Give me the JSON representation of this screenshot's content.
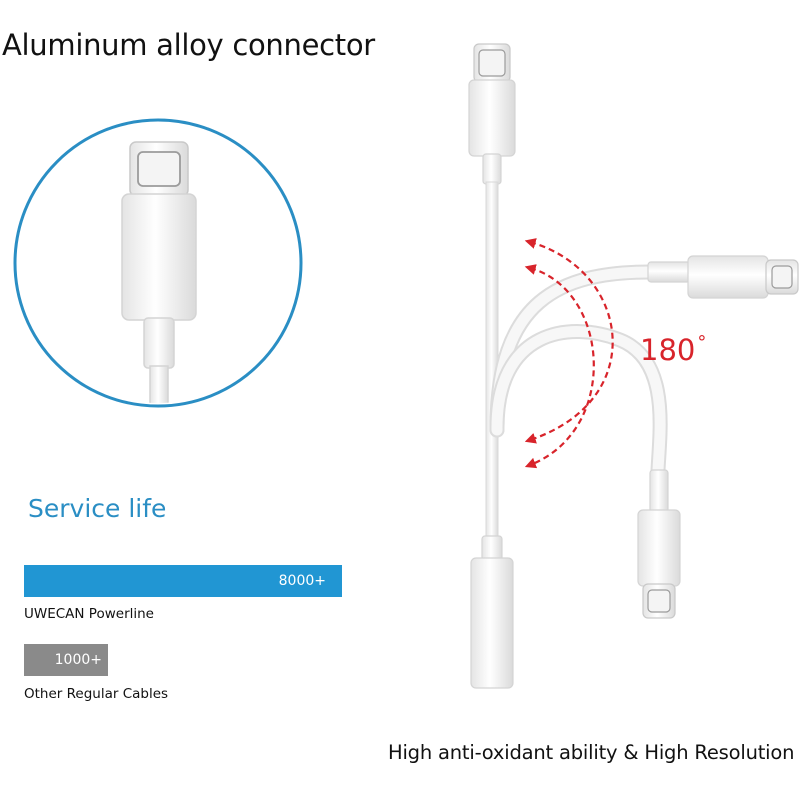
{
  "headline": "Aluminum alloy connector",
  "service": {
    "title": "Service life",
    "primary": {
      "value_label": "8000+",
      "name": "UWECAN Powerline",
      "color": "#2196d3"
    },
    "secondary": {
      "value_label": "1000+",
      "name": "Other Regular Cables",
      "color": "#8a8a8a"
    }
  },
  "bend": {
    "angle_value": "180",
    "angle_unit": "°",
    "color": "#d8242b"
  },
  "footer_text": "High anti-oxidant ability & High Resolution",
  "accent_color": "#2a8ec4"
}
